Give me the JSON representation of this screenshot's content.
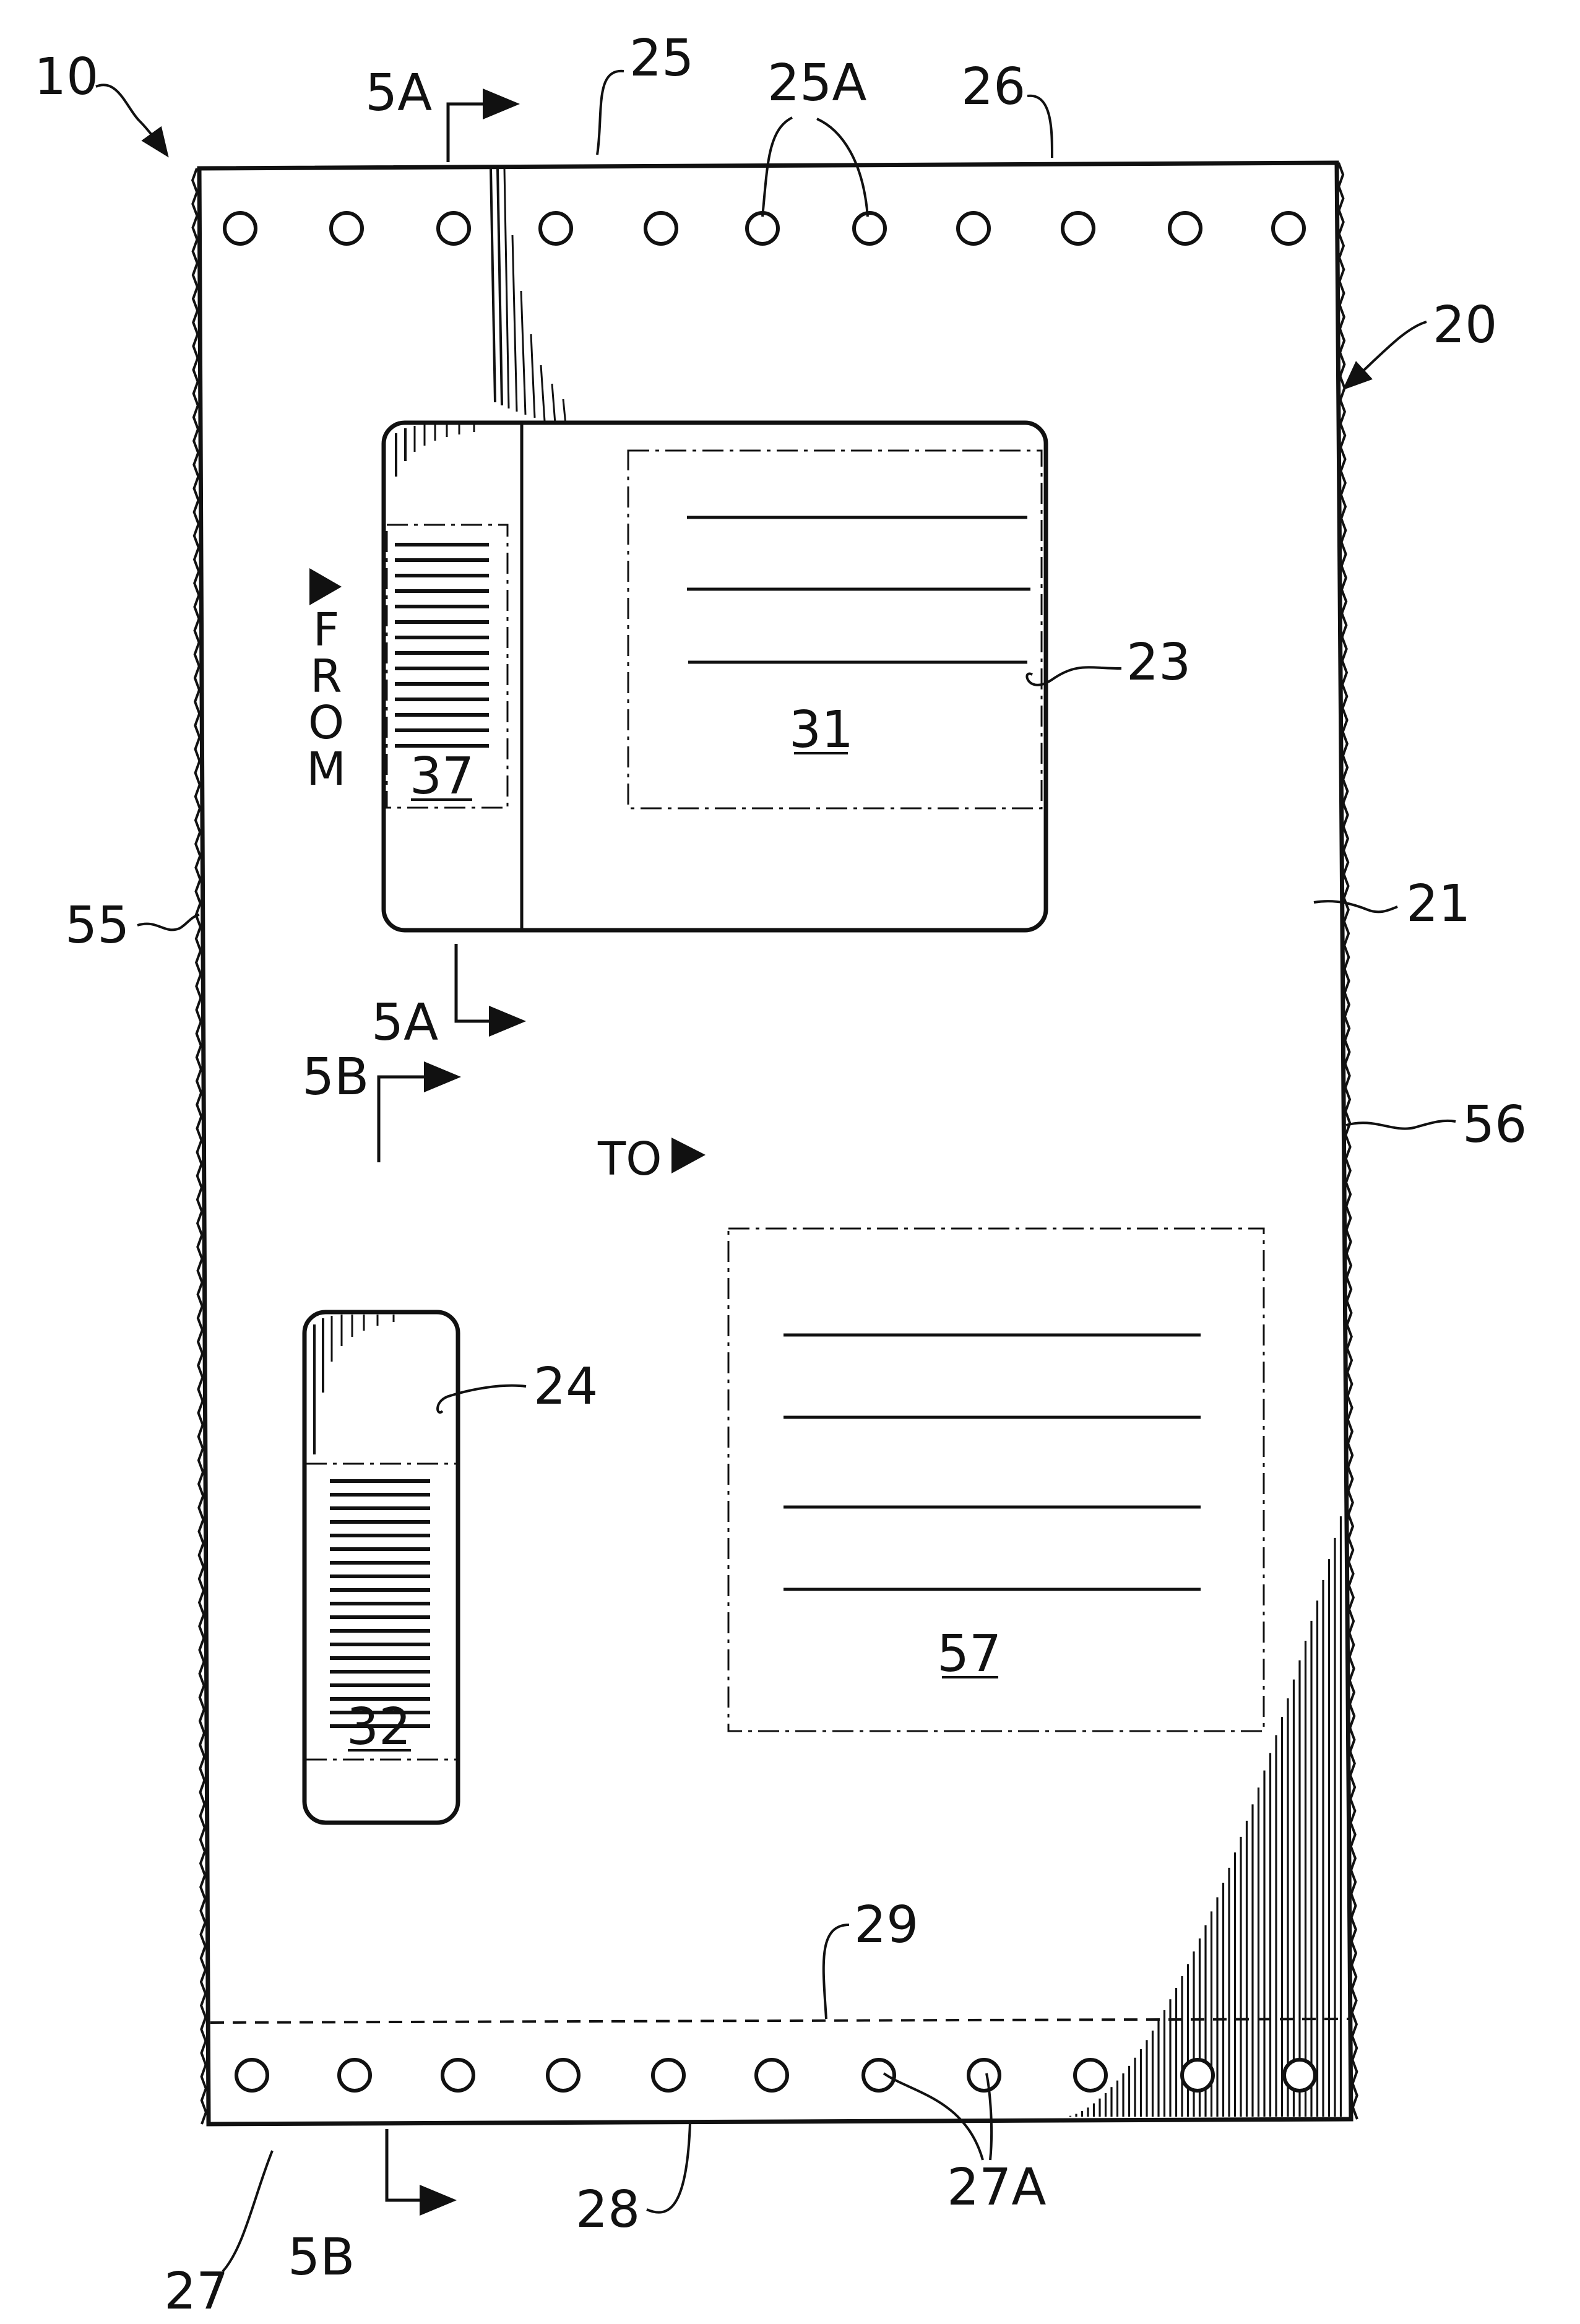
{
  "figure": {
    "labels": {
      "ref_10": "10",
      "ref_20": "20",
      "ref_21": "21",
      "ref_23": "23",
      "ref_24": "24",
      "ref_25": "25",
      "ref_25a": "25A",
      "ref_26": "26",
      "ref_27": "27",
      "ref_27a": "27A",
      "ref_28": "28",
      "ref_29": "29",
      "ref_31": "31",
      "ref_32": "32",
      "ref_37": "37",
      "ref_55": "55",
      "ref_56": "56",
      "ref_57": "57",
      "section_5a_top": "5A",
      "section_5a_bottom": "5A",
      "section_5b_top": "5B",
      "section_5b_bottom": "5B"
    },
    "from_letters": [
      "F",
      "R",
      "O",
      "M"
    ],
    "to_label": "TO",
    "colors": {
      "ink": "#111111",
      "paper": "#ffffff"
    }
  }
}
